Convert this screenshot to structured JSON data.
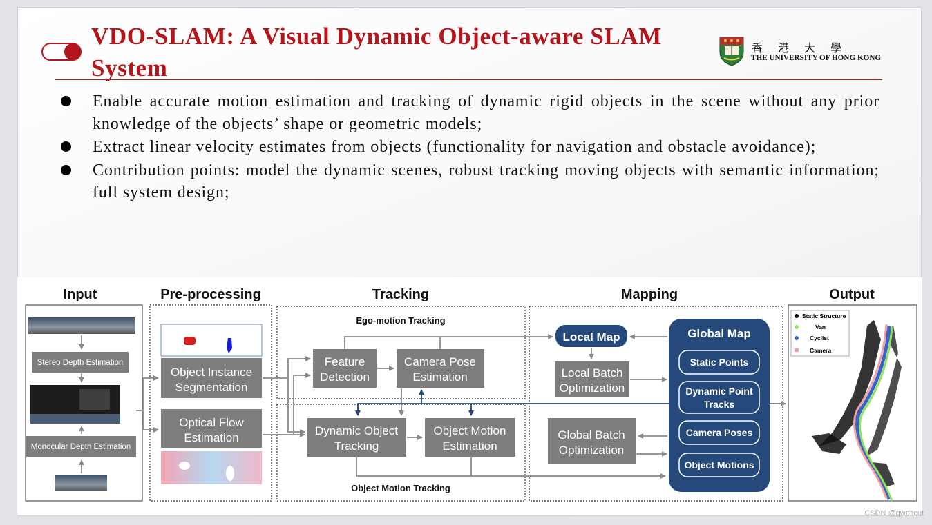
{
  "title": "VDO-SLAM: A Visual Dynamic Object-aware SLAM System",
  "logo": {
    "chinese": "香 港 大 學",
    "english": "THE UNIVERSITY OF HONG KONG"
  },
  "bullets": [
    "Enable accurate motion estimation and tracking of dynamic rigid objects in the scene without any prior knowledge of the objects’ shape or geometric models;",
    "Extract linear velocity estimates from objects (functionality for navigation and obstacle avoidance);",
    "Contribution points: model the dynamic scenes, robust tracking moving objects with semantic information; full system design;"
  ],
  "diagram": {
    "sections": {
      "input": "Input",
      "preprocessing": "Pre-processing",
      "tracking": "Tracking",
      "mapping": "Mapping",
      "output": "Output"
    },
    "input": {
      "stereo": "Stereo Depth Estimation",
      "mono": "Monocular Depth Estimation"
    },
    "pre": {
      "seg": [
        "Object Instance",
        "Segmentation"
      ],
      "flow": [
        "Optical Flow",
        "Estimation"
      ]
    },
    "tracking": {
      "ego_title": "Ego-motion Tracking",
      "obj_title": "Object Motion Tracking",
      "feature": [
        "Feature",
        "Detection"
      ],
      "camera_pose": [
        "Camera Pose",
        "Estimation"
      ],
      "dyn_obj": [
        "Dynamic Object",
        "Tracking"
      ],
      "obj_motion": [
        "Object Motion",
        "Estimation"
      ]
    },
    "mapping": {
      "local_map": "Local Map",
      "local_batch": [
        "Local Batch",
        "Optimization"
      ],
      "global_batch": [
        "Global Batch",
        "Optimization"
      ],
      "global_map": "Global Map",
      "static_points": "Static Points",
      "dynamic_tracks": [
        "Dynamic Point",
        "Tracks"
      ],
      "camera_poses": "Camera Poses",
      "object_motions": "Object Motions"
    },
    "legend": [
      "Static Structure",
      "Van",
      "Cyclist",
      "Camera"
    ],
    "colors": {
      "box": "#7d7d7d",
      "navy": "#24497a",
      "arrow": "#8a8a8a",
      "static": "#000000",
      "van": "#8fe35a",
      "cyclist": "#3a63c8",
      "camera": "#f2a0a0"
    }
  },
  "watermark": "CSDN @gwpscut"
}
